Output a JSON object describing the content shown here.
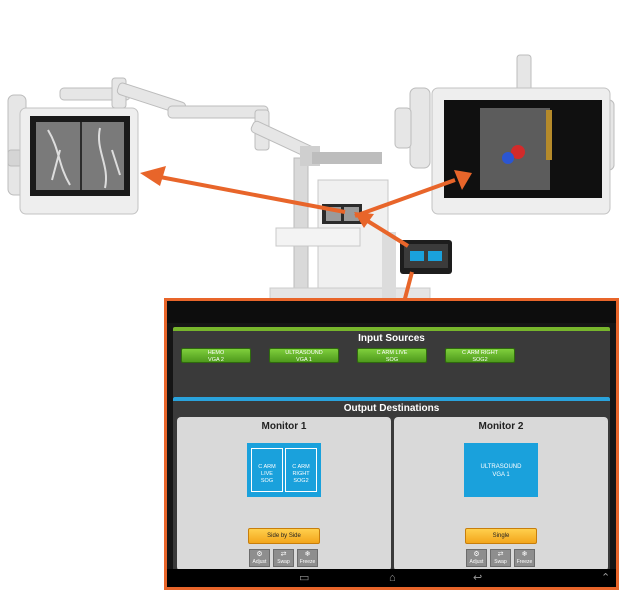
{
  "input_sources": {
    "title": "Input Sources",
    "buttons": [
      {
        "line1": "HEMO",
        "line2": "VGA 2"
      },
      {
        "line1": "ULTRASOUND",
        "line2": "VGA 1"
      },
      {
        "line1": "C ARM LIVE",
        "line2": "SOG"
      },
      {
        "line1": "C ARM RIGHT",
        "line2": "SOG2"
      }
    ]
  },
  "output_destinations": {
    "title": "Output Destinations",
    "monitor1": {
      "title": "Monitor 1",
      "left_source": {
        "line1": "C ARM LIVE",
        "line2": "SOG"
      },
      "right_source": {
        "line1": "C ARM RIGHT",
        "line2": "SOG2"
      },
      "mode_label": "Side by Side"
    },
    "monitor2": {
      "title": "Monitor 2",
      "source": {
        "line1": "ULTRASOUND",
        "line2": "VGA 1"
      },
      "mode_label": "Single"
    },
    "tools": [
      "Adjust",
      "Swap",
      "Freeze"
    ]
  },
  "colors": {
    "accent_orange": "#e8652a",
    "input_green": "#77b52c",
    "output_blue": "#2aa3dc",
    "button_yellow": "#f3a51b"
  },
  "icons": {
    "adjust": "gear-icon",
    "swap": "swap-icon",
    "freeze": "snowflake-icon",
    "nav_recent": "recent-apps-icon",
    "nav_home": "home-icon",
    "nav_back": "back-icon",
    "nav_up": "chevron-up-icon"
  }
}
